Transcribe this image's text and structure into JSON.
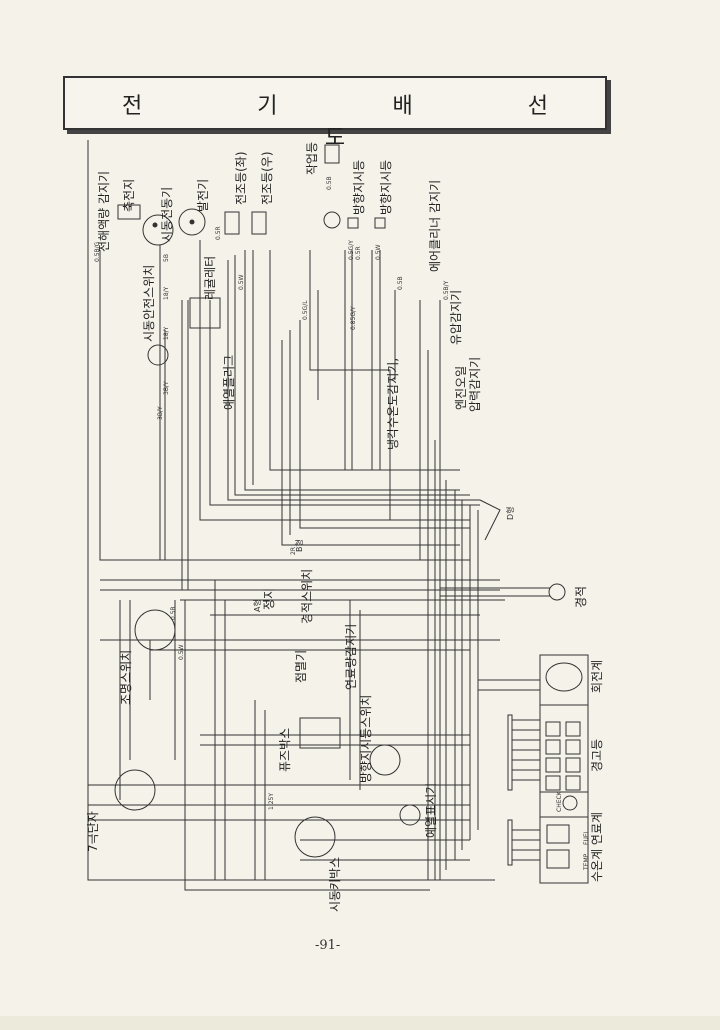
{
  "title": "전 기 배 선 도",
  "components": {
    "electrolyte_sensor": "전해액량 감지기",
    "battery": "축전지",
    "starter_motor": "시동전동기",
    "alternator": "발전기",
    "headlight_left": "전조등(좌)",
    "headlight_right": "전조등(우)",
    "work_light": "작업등",
    "turn_signal_1": "방향지시등",
    "turn_signal_2": "방향지시등",
    "air_cleaner_sensor": "에어클리너 감지기",
    "start_safety_switch": "시동안전스위치",
    "regulator": "레귤레터",
    "glow_plug": "예열플러그",
    "coolant_temp_sensor": "냉각수온도감지기,",
    "oil_pressure_sensor": "유압감지기",
    "engine_oil_sensor_1": "엔진오일",
    "engine_oil_sensor_2": "압력감지기",
    "horn": "경적",
    "tachometer": "회전계",
    "warning_lamp": "경고등",
    "temp_fuel_gauge": "수온계 연료계",
    "seven_pin_terminal": "7극단자",
    "light_switch": "조명스위치",
    "key_box": "시동키박스",
    "glow_indicator": "예열표시기",
    "fuse_box": "퓨즈박스",
    "flasher": "점멸기",
    "turn_signal_switch": "방향지시등스위치",
    "fuel_level_sensor": "연료량감지기",
    "horn_switch": "경적스위치",
    "stop_switch": "정지",
    "type_a": "A형",
    "type_b": "B형",
    "type_d": "D형"
  },
  "gauge_panel": {
    "temp": "TEMP",
    "fuel": "FUEL",
    "check": "CHECK"
  },
  "wire_labels": [
    "0.5B/G",
    "5B",
    "18/Y",
    "18/Y",
    "3B/Y",
    "3B/Y",
    "0.5R",
    "0.5W",
    "0.5B",
    "0.5G/Y",
    "0.5R",
    "0.5W",
    "0.5G/L",
    "0.5B",
    "0.85G/Y",
    "0.5B/Y",
    "2R",
    "0.5R",
    "0.5W",
    "1.25Y"
  ],
  "page_number": "-91-"
}
